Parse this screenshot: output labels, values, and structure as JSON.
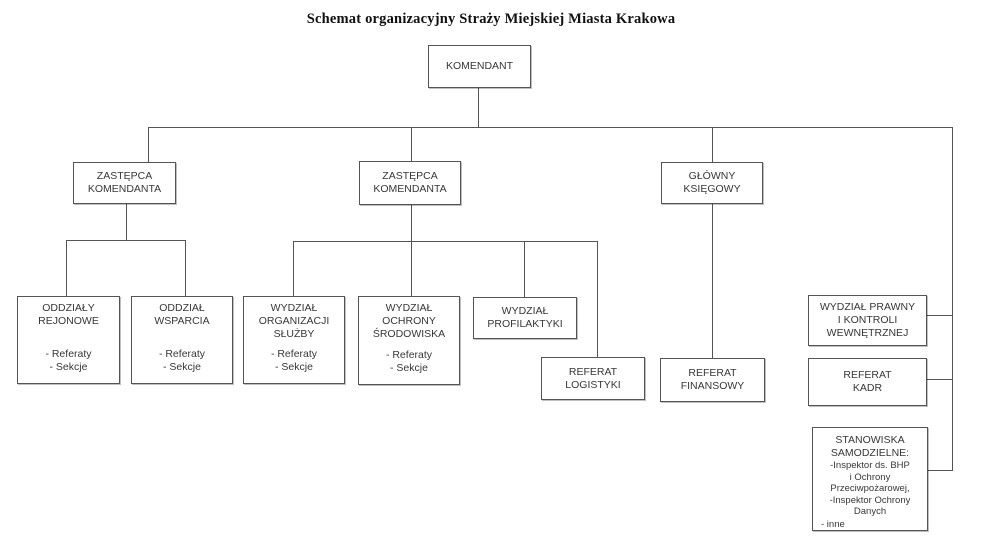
{
  "title": "Schemat organizacyjny Straży Miejskiej Miasta Krakowa",
  "colors": {
    "background": "#ffffff",
    "box_border": "#545454",
    "connector_line": "#545454",
    "box_text": "#373737",
    "title_text": "#111111"
  },
  "nodes": {
    "komendant": {
      "lines": [
        "KOMENDANT"
      ]
    },
    "zastepca_komendanta_1": {
      "lines": [
        "ZASTĘPCA",
        "KOMENDANTA"
      ]
    },
    "zastepca_komendanta_2": {
      "lines": [
        "ZASTĘPCA",
        "KOMENDANTA"
      ]
    },
    "glowny_ksiegowy": {
      "lines": [
        "GŁÓWNY",
        "KSIĘGOWY"
      ]
    },
    "oddzialy_rejonowe": {
      "lines": [
        "ODDZIAŁY",
        "REJONOWE"
      ],
      "bullets": [
        "- Referaty",
        "- Sekcje"
      ]
    },
    "oddzial_wsparcia": {
      "lines": [
        "ODDZIAŁ",
        "WSPARCIA"
      ],
      "bullets": [
        "- Referaty",
        "- Sekcje"
      ]
    },
    "wydzial_organizacji_sluzby": {
      "lines": [
        "WYDZIAŁ",
        "ORGANIZACJI",
        "SŁUŻBY"
      ],
      "bullets": [
        "- Referaty",
        "- Sekcje"
      ]
    },
    "wydzial_ochrony_srodowiska": {
      "lines": [
        "WYDZIAŁ",
        "OCHRONY",
        "ŚRODOWISKA"
      ],
      "bullets": [
        "- Referaty",
        "- Sekcje"
      ]
    },
    "wydzial_profilaktyki": {
      "lines": [
        "WYDZIAŁ",
        "PROFILAKTYKI"
      ]
    },
    "referat_logistyki": {
      "lines": [
        "REFERAT",
        "LOGISTYKI"
      ]
    },
    "referat_finansowy": {
      "lines": [
        "REFERAT",
        "FINANSOWY"
      ]
    },
    "wydzial_prawny": {
      "lines": [
        "WYDZIAŁ PRAWNY",
        "I KONTROLI",
        "WEWNĘTRZNEJ"
      ]
    },
    "referat_kadr": {
      "lines": [
        "REFERAT",
        "KADR"
      ]
    },
    "stanowiska_samodzielne": {
      "lines": [
        "STANOWISKA",
        "SAMODZIELNE:"
      ],
      "details": [
        "-Inspektor  ds. BHP",
        "i Ochrony",
        "Przeciwpożarowej,",
        "-Inspektor Ochrony",
        "Danych"
      ],
      "detail_left": "- inne"
    }
  }
}
